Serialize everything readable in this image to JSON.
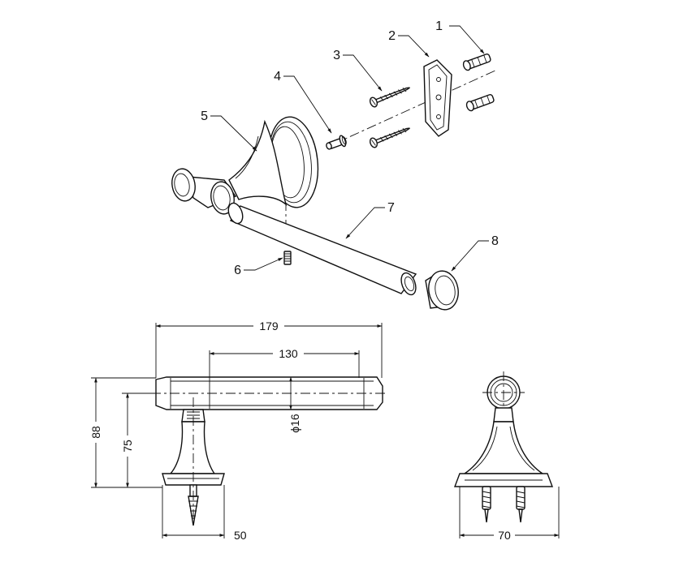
{
  "callouts": [
    "1",
    "2",
    "3",
    "4",
    "5",
    "6",
    "7",
    "8"
  ],
  "dimensions": {
    "overall_length": "179",
    "rod_length": "130",
    "rod_diameter": "ϕ16",
    "total_height": "88",
    "axis_height": "75",
    "base_width_side": "50",
    "base_width_front": "70"
  }
}
